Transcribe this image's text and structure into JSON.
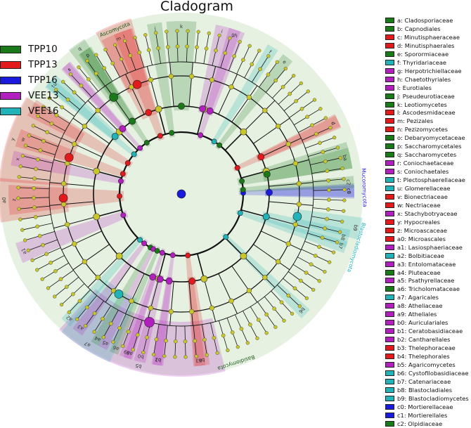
{
  "title": "Cladogram",
  "groups": [
    {
      "name": "TPP10",
      "color": "#1a7a1a"
    },
    {
      "name": "TPP13",
      "color": "#e31a1c"
    },
    {
      "name": "TPP16",
      "color": "#1a1adf"
    },
    {
      "name": "VEE13",
      "color": "#b21fbf"
    },
    {
      "name": "VEE16",
      "color": "#22b3b8"
    }
  ],
  "node_color": "#c8c62a",
  "background_ring_color": "#e6f1e2",
  "clade_labels": {
    "ascomycota": "Ascomycota",
    "basidiomycota": "Basidiomycota",
    "mucoromycota": "Mucoromycota",
    "blastocladiomycota": "Blastocladiomycota"
  },
  "legend": [
    {
      "code": "a",
      "label": "a: Cladosporiaceae",
      "group": 0
    },
    {
      "code": "b",
      "label": "b: Capnodiales",
      "group": 0
    },
    {
      "code": "c",
      "label": "c: Minutisphaeraceae",
      "group": 1
    },
    {
      "code": "d",
      "label": "d: Minutisphaerales",
      "group": 1
    },
    {
      "code": "e",
      "label": "e: Sporormiaceae",
      "group": 0
    },
    {
      "code": "f",
      "label": "f: Thyridariaceae",
      "group": 4
    },
    {
      "code": "g",
      "label": "g: Herpotrichiellaceae",
      "group": 3
    },
    {
      "code": "h",
      "label": "h: Chaetothyriales",
      "group": 3
    },
    {
      "code": "i",
      "label": "i: Eurotiales",
      "group": 3
    },
    {
      "code": "j",
      "label": "j: Pseudeurotiaceae",
      "group": 0
    },
    {
      "code": "k",
      "label": "k: Leotiomycetes",
      "group": 0
    },
    {
      "code": "l",
      "label": "l: Ascodesmidaceae",
      "group": 1
    },
    {
      "code": "m",
      "label": "m: Pezizales",
      "group": 1
    },
    {
      "code": "n",
      "label": "n: Pezizomycetes",
      "group": 1
    },
    {
      "code": "o",
      "label": "o: Debaryomycetaceae",
      "group": 0
    },
    {
      "code": "p",
      "label": "p: Saccharomycetales",
      "group": 0
    },
    {
      "code": "q",
      "label": "q: Saccharomycetes",
      "group": 0
    },
    {
      "code": "r",
      "label": "r: Coniochaetaceae",
      "group": 3
    },
    {
      "code": "s",
      "label": "s: Coniochaetales",
      "group": 3
    },
    {
      "code": "t",
      "label": "t: Plectosphaerellaceae",
      "group": 4
    },
    {
      "code": "u",
      "label": "u: Glomerellaceae",
      "group": 4
    },
    {
      "code": "v",
      "label": "v: Bionectriaceae",
      "group": 1
    },
    {
      "code": "w",
      "label": "w: Nectriaceae",
      "group": 1
    },
    {
      "code": "x",
      "label": "x: Stachybotryaceae",
      "group": 3
    },
    {
      "code": "y",
      "label": "y: Hypocreales",
      "group": 1
    },
    {
      "code": "z",
      "label": "z: Microascaceae",
      "group": 1
    },
    {
      "code": "a0",
      "label": "a0: Microascales",
      "group": 1
    },
    {
      "code": "a1",
      "label": "a1: Lasiosphaeriaceae",
      "group": 3
    },
    {
      "code": "a2",
      "label": "a2: Bolbitiaceae",
      "group": 4
    },
    {
      "code": "a3",
      "label": "a3: Entolomataceae",
      "group": 3
    },
    {
      "code": "a4",
      "label": "a4: Pluteaceae",
      "group": 0
    },
    {
      "code": "a5",
      "label": "a5: Psathyrellaceae",
      "group": 3
    },
    {
      "code": "a6",
      "label": "a6: Tricholomataceae",
      "group": 0
    },
    {
      "code": "a7",
      "label": "a7: Agaricales",
      "group": 4
    },
    {
      "code": "a8",
      "label": "a8: Atheliaceae",
      "group": 3
    },
    {
      "code": "a9",
      "label": "a9: Atheliales",
      "group": 3
    },
    {
      "code": "b0",
      "label": "b0: Auriculariales",
      "group": 3
    },
    {
      "code": "b1",
      "label": "b1: Ceratobasidiaceae",
      "group": 3
    },
    {
      "code": "b2",
      "label": "b2: Cantharellales",
      "group": 3
    },
    {
      "code": "b3",
      "label": "b3: Thelephoraceae",
      "group": 1
    },
    {
      "code": "b4",
      "label": "b4: Thelephorales",
      "group": 1
    },
    {
      "code": "b5",
      "label": "b5: Agaricomycetes",
      "group": 3
    },
    {
      "code": "b6",
      "label": "b6: Cystofilobasidiaceae",
      "group": 4
    },
    {
      "code": "b7",
      "label": "b7: Catenariaceae",
      "group": 4
    },
    {
      "code": "b8",
      "label": "b8: Blastocladiales",
      "group": 4
    },
    {
      "code": "b9",
      "label": "b9: Blastocladiomycetes",
      "group": 4
    },
    {
      "code": "c0",
      "label": "c0: Mortierellaceae",
      "group": 2
    },
    {
      "code": "c1",
      "label": "c1: Mortierellales",
      "group": 2
    },
    {
      "code": "c2",
      "label": "c2: Olpidiaceae",
      "group": 0
    }
  ],
  "clade_highlights": [
    {
      "code": "k",
      "angle": 90,
      "span": 10,
      "level": 3,
      "group": 0
    },
    {
      "code": "j",
      "angle": 99,
      "span": 5,
      "level": 2,
      "group": 0
    },
    {
      "code": "i",
      "angle": 76,
      "span": 5,
      "level": 3,
      "group": 3
    },
    {
      "code": "h",
      "angle": 71,
      "span": 5,
      "level": 3,
      "group": 3
    },
    {
      "code": "g",
      "angle": 72,
      "span": 4,
      "level": 2,
      "group": 3
    },
    {
      "code": "f",
      "angle": 58,
      "span": 4,
      "level": 2,
      "group": 4
    },
    {
      "code": "e",
      "angle": 52,
      "span": 4,
      "level": 2,
      "group": 0
    },
    {
      "code": "n",
      "angle": 112,
      "span": 12,
      "level": 4,
      "group": 1
    },
    {
      "code": "m",
      "angle": 112,
      "span": 11,
      "level": 3,
      "group": 1
    },
    {
      "code": "l",
      "angle": 110,
      "span": 6,
      "level": 2,
      "group": 1
    },
    {
      "code": "q",
      "angle": 125,
      "span": 6,
      "level": 4,
      "group": 0
    },
    {
      "code": "p",
      "angle": 124,
      "span": 5,
      "level": 3,
      "group": 0
    },
    {
      "code": "o",
      "angle": 124,
      "span": 4,
      "level": 2,
      "group": 0
    },
    {
      "code": "s",
      "angle": 132,
      "span": 4,
      "level": 3,
      "group": 3
    },
    {
      "code": "r",
      "angle": 132,
      "span": 3,
      "level": 2,
      "group": 3
    },
    {
      "code": "u",
      "angle": 139,
      "span": 5,
      "level": 3,
      "group": 4
    },
    {
      "code": "t",
      "angle": 140,
      "span": 4,
      "level": 2,
      "group": 4
    },
    {
      "code": "y",
      "angle": 162,
      "span": 28,
      "level": 4,
      "group": 1
    },
    {
      "code": "v",
      "angle": 150,
      "span": 6,
      "level": 2,
      "group": 1
    },
    {
      "code": "w",
      "angle": 161,
      "span": 6,
      "level": 2,
      "group": 1
    },
    {
      "code": "x",
      "angle": 168,
      "span": 5,
      "level": 2,
      "group": 3
    },
    {
      "code": "a0",
      "angle": 182,
      "span": 14,
      "level": 4,
      "group": 1
    },
    {
      "code": "z",
      "angle": 182,
      "span": 10,
      "level": 2,
      "group": 1
    },
    {
      "code": "a1",
      "angle": 200,
      "span": 7,
      "level": 2,
      "group": 3
    },
    {
      "code": "b5",
      "angle": 256,
      "span": 56,
      "level": 5,
      "group": 3
    },
    {
      "code": "a7",
      "angle": 238,
      "span": 18,
      "level": 4,
      "group": 4
    },
    {
      "code": "a2",
      "angle": 228,
      "span": 4,
      "level": 2,
      "group": 4
    },
    {
      "code": "a3",
      "angle": 233,
      "span": 4,
      "level": 2,
      "group": 3
    },
    {
      "code": "a4",
      "angle": 240,
      "span": 3,
      "level": 2,
      "group": 0
    },
    {
      "code": "a5",
      "angle": 243,
      "span": 3,
      "level": 2,
      "group": 3
    },
    {
      "code": "a6",
      "angle": 247,
      "span": 3,
      "level": 2,
      "group": 0
    },
    {
      "code": "a9",
      "angle": 251,
      "span": 4,
      "level": 3,
      "group": 3
    },
    {
      "code": "a8",
      "angle": 252,
      "span": 3,
      "level": 2,
      "group": 3
    },
    {
      "code": "b0",
      "angle": 256,
      "span": 4,
      "level": 3,
      "group": 3
    },
    {
      "code": "b2",
      "angle": 262,
      "span": 4,
      "level": 3,
      "group": 3
    },
    {
      "code": "b1",
      "angle": 262,
      "span": 3,
      "level": 2,
      "group": 3
    },
    {
      "code": "b4",
      "angle": 277,
      "span": 5,
      "level": 3,
      "group": 1
    },
    {
      "code": "b3",
      "angle": 276,
      "span": 4,
      "level": 2,
      "group": 1
    },
    {
      "code": "b9",
      "angle": 349,
      "span": 7,
      "level": 4,
      "group": 4
    },
    {
      "code": "b8",
      "angle": 345,
      "span": 6,
      "level": 3,
      "group": 4
    },
    {
      "code": "b7",
      "angle": 342,
      "span": 4,
      "level": 2,
      "group": 4
    },
    {
      "code": "b6",
      "angle": 316,
      "span": 4,
      "level": 2,
      "group": 4
    },
    {
      "code": "c1",
      "angle": 361,
      "span": 5,
      "level": 3,
      "group": 2
    },
    {
      "code": "c0",
      "angle": 361,
      "span": 4,
      "level": 2,
      "group": 2
    },
    {
      "code": "c2",
      "angle": 4,
      "span": 4,
      "level": 2,
      "group": 0
    },
    {
      "code": "b",
      "angle": 13,
      "span": 9,
      "level": 3,
      "group": 0
    },
    {
      "code": "a",
      "angle": 12,
      "span": 7,
      "level": 2,
      "group": 0
    },
    {
      "code": "d",
      "angle": 25,
      "span": 5,
      "level": 3,
      "group": 1
    },
    {
      "code": "c",
      "angle": 25,
      "span": 4,
      "level": 2,
      "group": 1
    }
  ]
}
